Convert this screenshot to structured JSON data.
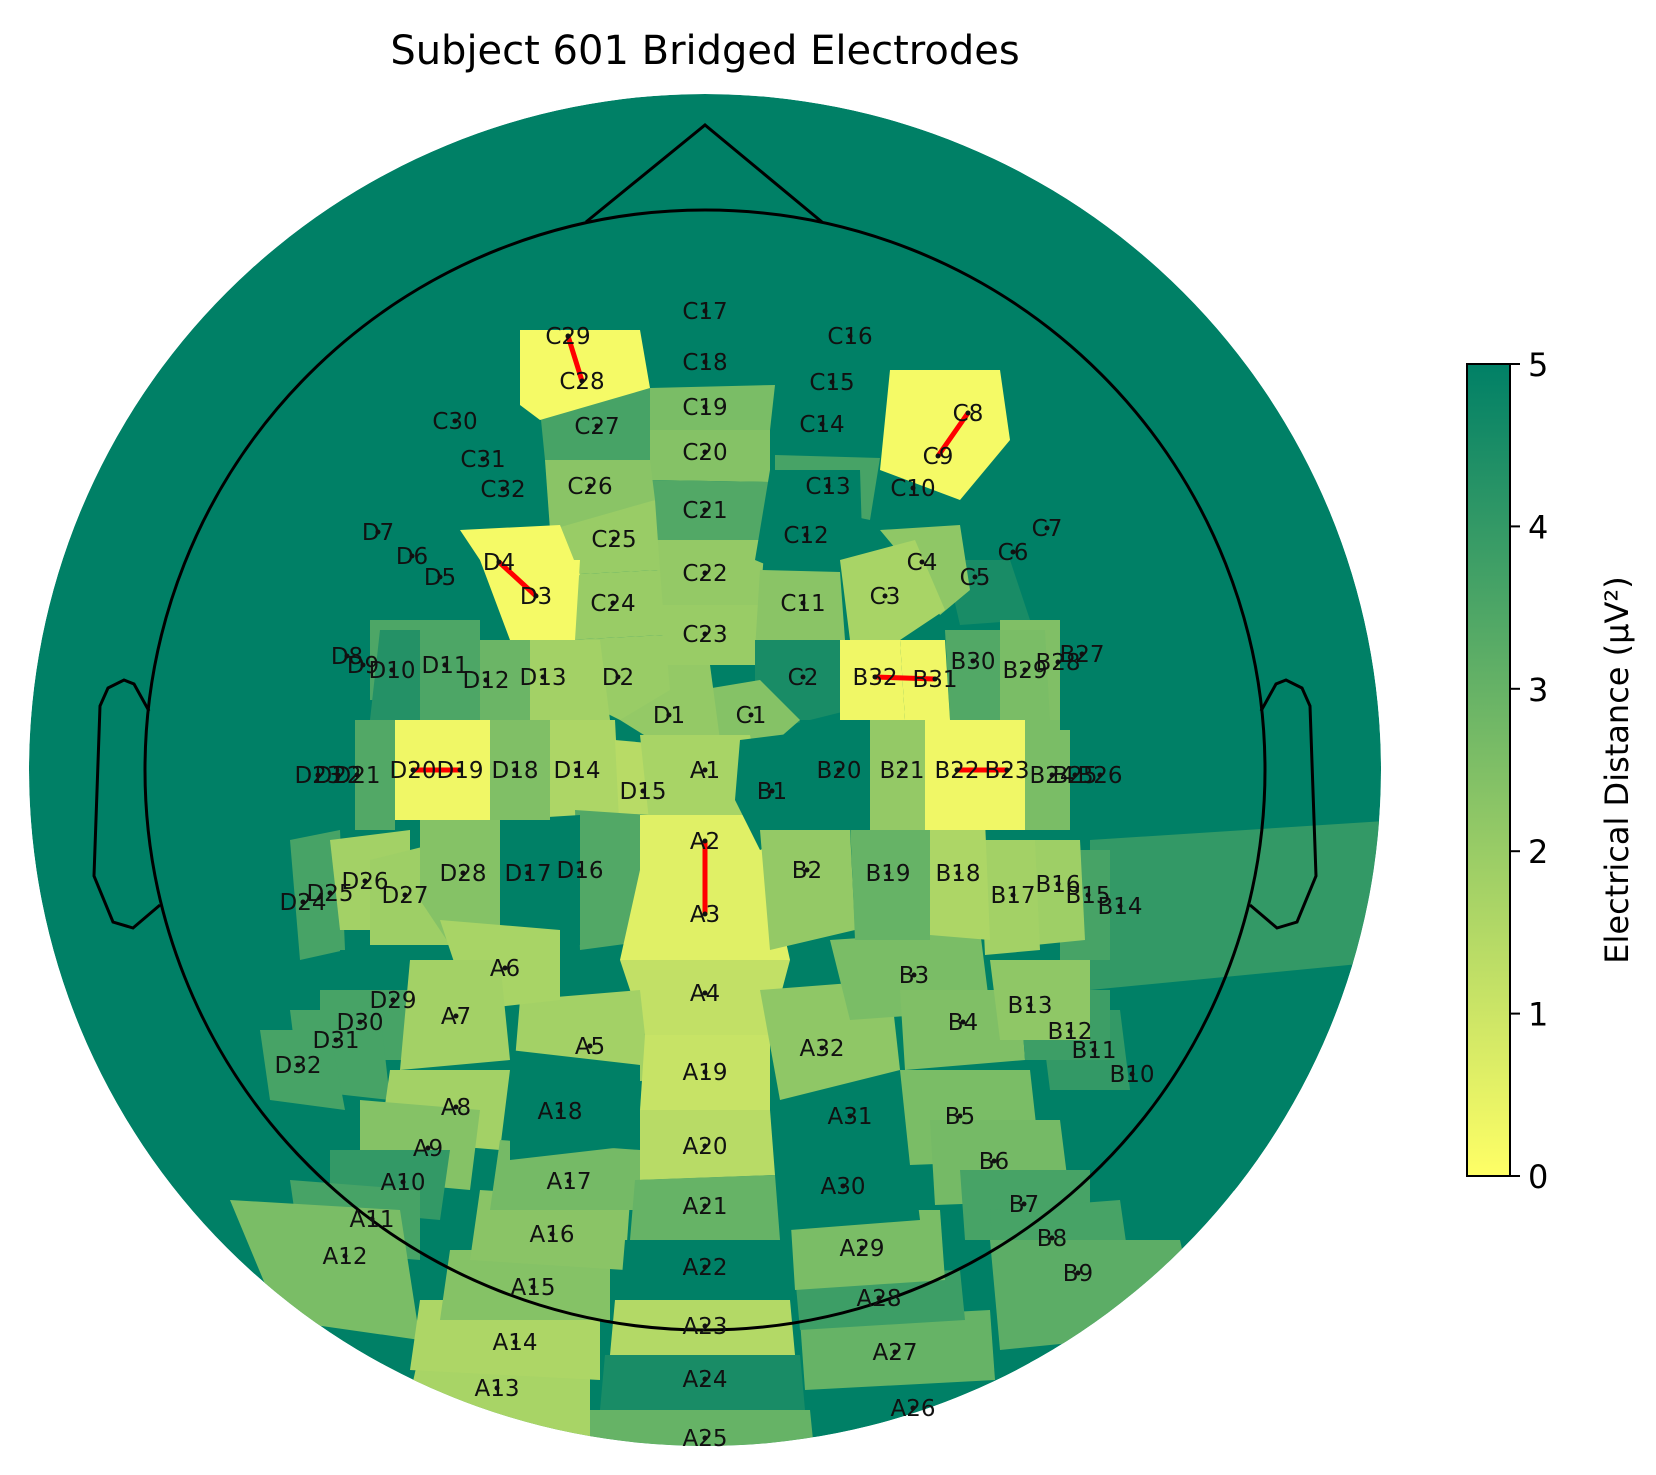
{
  "chart_data": {
    "type": "heatmap",
    "title": "Subject 601 Bridged Electrodes",
    "colorbar": {
      "label": "Electrical Distance (μV²)",
      "range": [
        0,
        5
      ],
      "ticks": [
        0,
        1,
        2,
        3,
        4,
        5
      ],
      "colormap": "summer_r",
      "color_low": "#ffff66",
      "color_high": "#008066"
    },
    "bridged_pairs": [
      [
        "C29",
        "C28"
      ],
      [
        "C8",
        "C9"
      ],
      [
        "D4",
        "D3"
      ],
      [
        "B32",
        "B31"
      ],
      [
        "D20",
        "D19"
      ],
      [
        "B22",
        "B23"
      ],
      [
        "A2",
        "A3"
      ]
    ],
    "bridge_color": "#ff0000",
    "electrodes": [
      {
        "name": "C17",
        "value": 5.0
      },
      {
        "name": "C18",
        "value": 5.0
      },
      {
        "name": "C19",
        "value": 2.6
      },
      {
        "name": "C20",
        "value": 2.4
      },
      {
        "name": "C21",
        "value": 3.4
      },
      {
        "name": "C22",
        "value": 2.1
      },
      {
        "name": "C23",
        "value": 2.0
      },
      {
        "name": "C16",
        "value": 5.0
      },
      {
        "name": "C15",
        "value": 5.0
      },
      {
        "name": "C14",
        "value": 5.0
      },
      {
        "name": "C13",
        "value": 3.6
      },
      {
        "name": "C12",
        "value": 5.0
      },
      {
        "name": "C11",
        "value": 2.3
      },
      {
        "name": "C10",
        "value": 5.0
      },
      {
        "name": "C9",
        "value": 0.2
      },
      {
        "name": "C8",
        "value": 0.2
      },
      {
        "name": "C7",
        "value": 5.0
      },
      {
        "name": "C6",
        "value": 5.0
      },
      {
        "name": "C5",
        "value": 4.5
      },
      {
        "name": "C4",
        "value": 2.2
      },
      {
        "name": "C3",
        "value": 1.7
      },
      {
        "name": "C2",
        "value": 4.5
      },
      {
        "name": "C1",
        "value": 2.4
      },
      {
        "name": "C24",
        "value": 2.0
      },
      {
        "name": "C25",
        "value": 2.0
      },
      {
        "name": "C26",
        "value": 2.3
      },
      {
        "name": "C27",
        "value": 3.6
      },
      {
        "name": "C28",
        "value": 0.2
      },
      {
        "name": "C29",
        "value": 0.2
      },
      {
        "name": "C30",
        "value": 5.0
      },
      {
        "name": "C31",
        "value": 5.0
      },
      {
        "name": "C32",
        "value": 4.5
      },
      {
        "name": "D1",
        "value": 2.1
      },
      {
        "name": "D2",
        "value": 2.0
      },
      {
        "name": "D3",
        "value": 0.2
      },
      {
        "name": "D4",
        "value": 0.2
      },
      {
        "name": "D5",
        "value": 5.0
      },
      {
        "name": "D6",
        "value": 5.0
      },
      {
        "name": "D7",
        "value": 5.0
      },
      {
        "name": "D8",
        "value": 5.0
      },
      {
        "name": "D9",
        "value": 3.5
      },
      {
        "name": "D10",
        "value": 4.3
      },
      {
        "name": "D11",
        "value": 3.5
      },
      {
        "name": "D12",
        "value": 2.9
      },
      {
        "name": "D13",
        "value": 1.8
      },
      {
        "name": "D14",
        "value": 1.6
      },
      {
        "name": "D15",
        "value": 1.4
      },
      {
        "name": "D16",
        "value": 3.4
      },
      {
        "name": "D17",
        "value": 5.0
      },
      {
        "name": "D18",
        "value": 2.5
      },
      {
        "name": "D19",
        "value": 0.3
      },
      {
        "name": "D20",
        "value": 0.3
      },
      {
        "name": "D21",
        "value": 3.4
      },
      {
        "name": "D22",
        "value": 3.4
      },
      {
        "name": "D23",
        "value": 3.4
      },
      {
        "name": "D24",
        "value": 3.6
      },
      {
        "name": "D25",
        "value": 3.0
      },
      {
        "name": "D26",
        "value": 1.8
      },
      {
        "name": "D27",
        "value": 1.9
      },
      {
        "name": "D28",
        "value": 2.4
      },
      {
        "name": "D29",
        "value": 5.0
      },
      {
        "name": "D30",
        "value": 3.6
      },
      {
        "name": "D31",
        "value": 3.6
      },
      {
        "name": "D32",
        "value": 3.6
      },
      {
        "name": "A1",
        "value": 1.7
      },
      {
        "name": "A2",
        "value": 0.6
      },
      {
        "name": "A3",
        "value": 0.6
      },
      {
        "name": "A4",
        "value": 1.2
      },
      {
        "name": "A5",
        "value": 1.8
      },
      {
        "name": "A6",
        "value": 1.7
      },
      {
        "name": "A7",
        "value": 1.8
      },
      {
        "name": "A8",
        "value": 1.8
      },
      {
        "name": "A9",
        "value": 2.4
      },
      {
        "name": "A10",
        "value": 4.0
      },
      {
        "name": "A11",
        "value": 3.6
      },
      {
        "name": "A12",
        "value": 2.6
      },
      {
        "name": "A13",
        "value": 1.7
      },
      {
        "name": "A14",
        "value": 1.6
      },
      {
        "name": "A15",
        "value": 2.4
      },
      {
        "name": "A16",
        "value": 2.3
      },
      {
        "name": "A17",
        "value": 2.7
      },
      {
        "name": "A18",
        "value": 5.0
      },
      {
        "name": "A19",
        "value": 1.1
      },
      {
        "name": "A20",
        "value": 1.4
      },
      {
        "name": "A21",
        "value": 3.0
      },
      {
        "name": "A22",
        "value": 5.0
      },
      {
        "name": "A23",
        "value": 1.5
      },
      {
        "name": "A24",
        "value": 4.5
      },
      {
        "name": "A25",
        "value": 3.0
      },
      {
        "name": "A26",
        "value": 5.0
      },
      {
        "name": "A27",
        "value": 3.0
      },
      {
        "name": "A28",
        "value": 3.8
      },
      {
        "name": "A29",
        "value": 2.6
      },
      {
        "name": "A30",
        "value": 5.0
      },
      {
        "name": "A31",
        "value": 5.0
      },
      {
        "name": "A32",
        "value": 2.2
      },
      {
        "name": "B1",
        "value": 5.0
      },
      {
        "name": "B2",
        "value": 2.1
      },
      {
        "name": "B3",
        "value": 2.6
      },
      {
        "name": "B4",
        "value": 2.5
      },
      {
        "name": "B5",
        "value": 2.6
      },
      {
        "name": "B6",
        "value": 2.7
      },
      {
        "name": "B7",
        "value": 3.6
      },
      {
        "name": "B8",
        "value": 3.6
      },
      {
        "name": "B9",
        "value": 3.2
      },
      {
        "name": "B10",
        "value": 5.0
      },
      {
        "name": "B11",
        "value": 4.0
      },
      {
        "name": "B12",
        "value": 3.8
      },
      {
        "name": "B13",
        "value": 2.2
      },
      {
        "name": "B14",
        "value": 4.0
      },
      {
        "name": "B15",
        "value": 3.6
      },
      {
        "name": "B16",
        "value": 1.9
      },
      {
        "name": "B17",
        "value": 1.8
      },
      {
        "name": "B18",
        "value": 1.6
      },
      {
        "name": "B19",
        "value": 3.0
      },
      {
        "name": "B20",
        "value": 5.0
      },
      {
        "name": "B21",
        "value": 2.1
      },
      {
        "name": "B22",
        "value": 0.3
      },
      {
        "name": "B23",
        "value": 0.3
      },
      {
        "name": "B24",
        "value": 2.6
      },
      {
        "name": "B25",
        "value": 2.6
      },
      {
        "name": "B26",
        "value": 5.0
      },
      {
        "name": "B27",
        "value": 5.0
      },
      {
        "name": "B28",
        "value": 2.5
      },
      {
        "name": "B29",
        "value": 2.6
      },
      {
        "name": "B30",
        "value": 3.4
      },
      {
        "name": "B31",
        "value": 0.3
      },
      {
        "name": "B32",
        "value": 0.3
      }
    ]
  }
}
